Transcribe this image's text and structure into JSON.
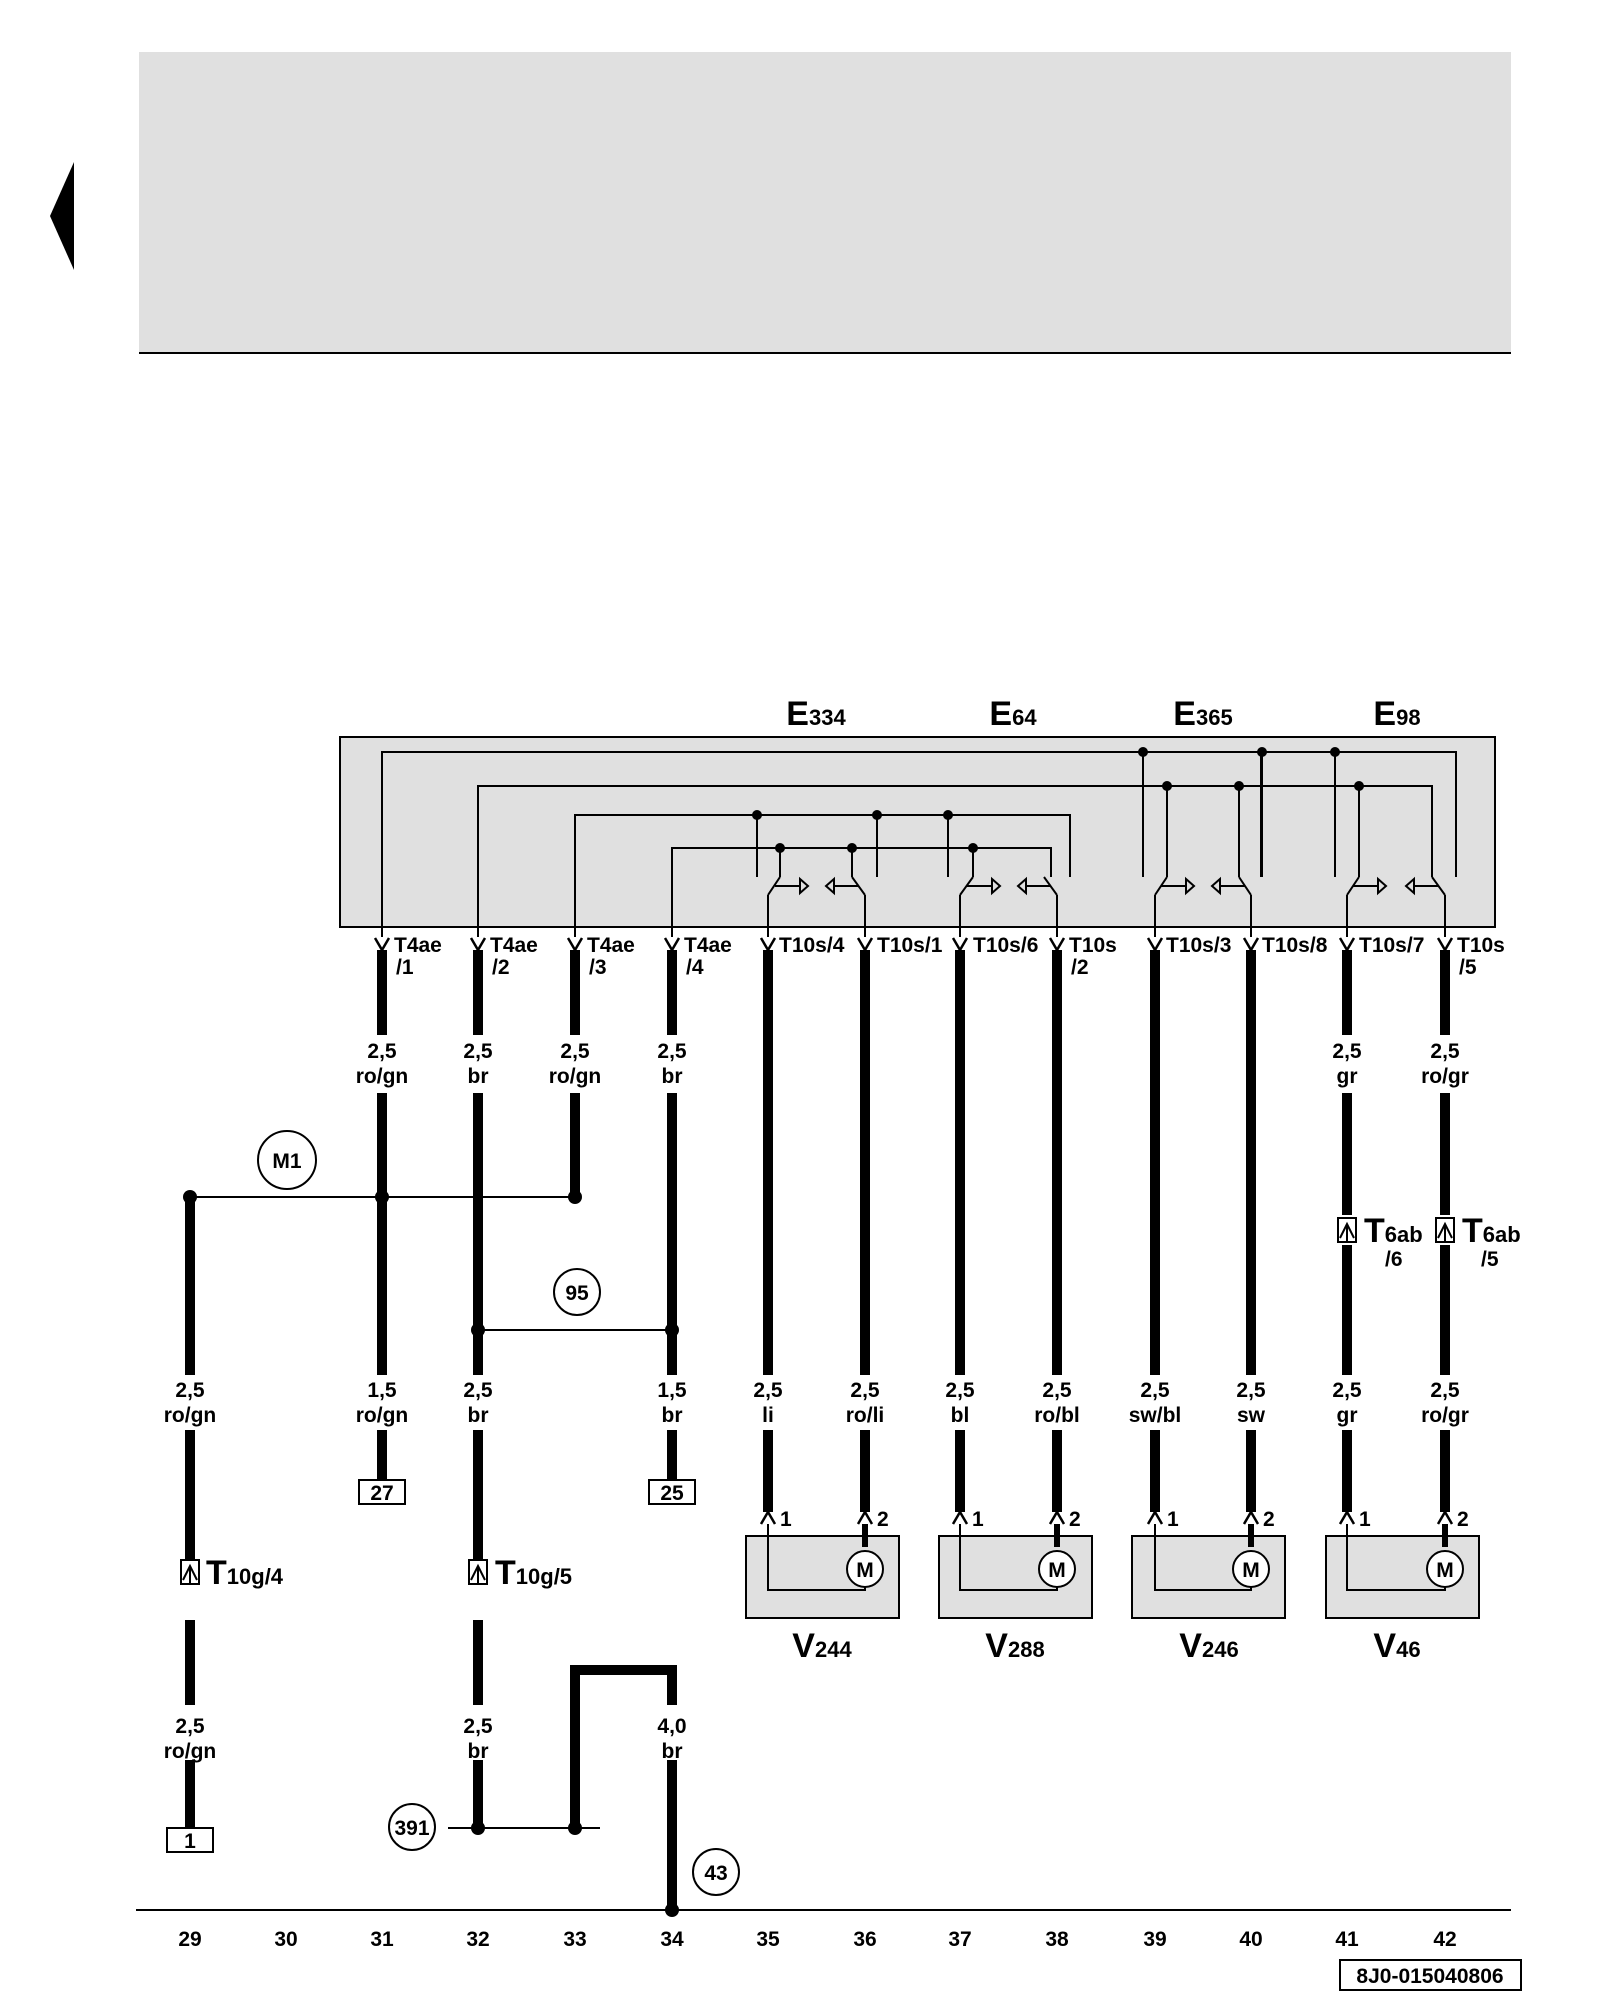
{
  "switches": [
    {
      "letter": "E",
      "num": "334"
    },
    {
      "letter": "E",
      "num": "64"
    },
    {
      "letter": "E",
      "num": "365"
    },
    {
      "letter": "E",
      "num": "98"
    }
  ],
  "motors": [
    {
      "letter": "V",
      "num": "244",
      "symbol": "M",
      "pin1": "1",
      "pin2": "2"
    },
    {
      "letter": "V",
      "num": "288",
      "symbol": "M",
      "pin1": "1",
      "pin2": "2"
    },
    {
      "letter": "V",
      "num": "246",
      "symbol": "M",
      "pin1": "1",
      "pin2": "2"
    },
    {
      "letter": "V",
      "num": "46",
      "symbol": "M",
      "pin1": "1",
      "pin2": "2"
    }
  ],
  "connector_labels": [
    {
      "top": "T4ae",
      "bottom": "/1"
    },
    {
      "top": "T4ae",
      "bottom": "/2"
    },
    {
      "top": "T4ae",
      "bottom": "/3"
    },
    {
      "top": "T4ae",
      "bottom": "/4"
    },
    {
      "top": "T10s/4",
      "bottom": ""
    },
    {
      "top": "T10s/1",
      "bottom": ""
    },
    {
      "top": "T10s/6",
      "bottom": ""
    },
    {
      "top": "T10s",
      "bottom": "/2"
    },
    {
      "top": "T10s/3",
      "bottom": ""
    },
    {
      "top": "T10s/8",
      "bottom": ""
    },
    {
      "top": "T10s/7",
      "bottom": ""
    },
    {
      "top": "T10s",
      "bottom": "/5"
    }
  ],
  "wire_specs": [
    {
      "size": "2,5",
      "color": "ro/gn"
    },
    {
      "size": "2,5",
      "color": "br"
    },
    {
      "size": "2,5",
      "color": "ro/gn"
    },
    {
      "size": "2,5",
      "color": "br"
    },
    {
      "size": "2,5",
      "color": "gr"
    },
    {
      "size": "2,5",
      "color": "ro/gr"
    },
    {
      "size": "2,5",
      "color": "ro/gn"
    },
    {
      "size": "1,5",
      "color": "ro/gn"
    },
    {
      "size": "2,5",
      "color": "br"
    },
    {
      "size": "1,5",
      "color": "br"
    },
    {
      "size": "2,5",
      "color": "li"
    },
    {
      "size": "2,5",
      "color": "ro/li"
    },
    {
      "size": "2,5",
      "color": "bl"
    },
    {
      "size": "2,5",
      "color": "ro/bl"
    },
    {
      "size": "2,5",
      "color": "sw/bl"
    },
    {
      "size": "2,5",
      "color": "sw"
    },
    {
      "size": "2,5",
      "color": "gr"
    },
    {
      "size": "2,5",
      "color": "ro/gr"
    },
    {
      "size": "2,5",
      "color": "ro/gn"
    },
    {
      "size": "2,5",
      "color": "br"
    },
    {
      "size": "4,0",
      "color": "br"
    }
  ],
  "inline_connectors": [
    {
      "main": "T",
      "sub": "10g/4"
    },
    {
      "main": "T",
      "sub": "10g/5"
    },
    {
      "main": "T",
      "sub": "6ab",
      "pin": "/6"
    },
    {
      "main": "T",
      "sub": "6ab",
      "pin": "/5"
    }
  ],
  "circle_labels": [
    "M1",
    "95",
    "391",
    "43"
  ],
  "reference_boxes": [
    "27",
    "25",
    "1"
  ],
  "current_tracks": [
    "29",
    "30",
    "31",
    "32",
    "33",
    "34",
    "35",
    "36",
    "37",
    "38",
    "39",
    "40",
    "41",
    "42"
  ],
  "diagram_id": "8J0-015040806"
}
